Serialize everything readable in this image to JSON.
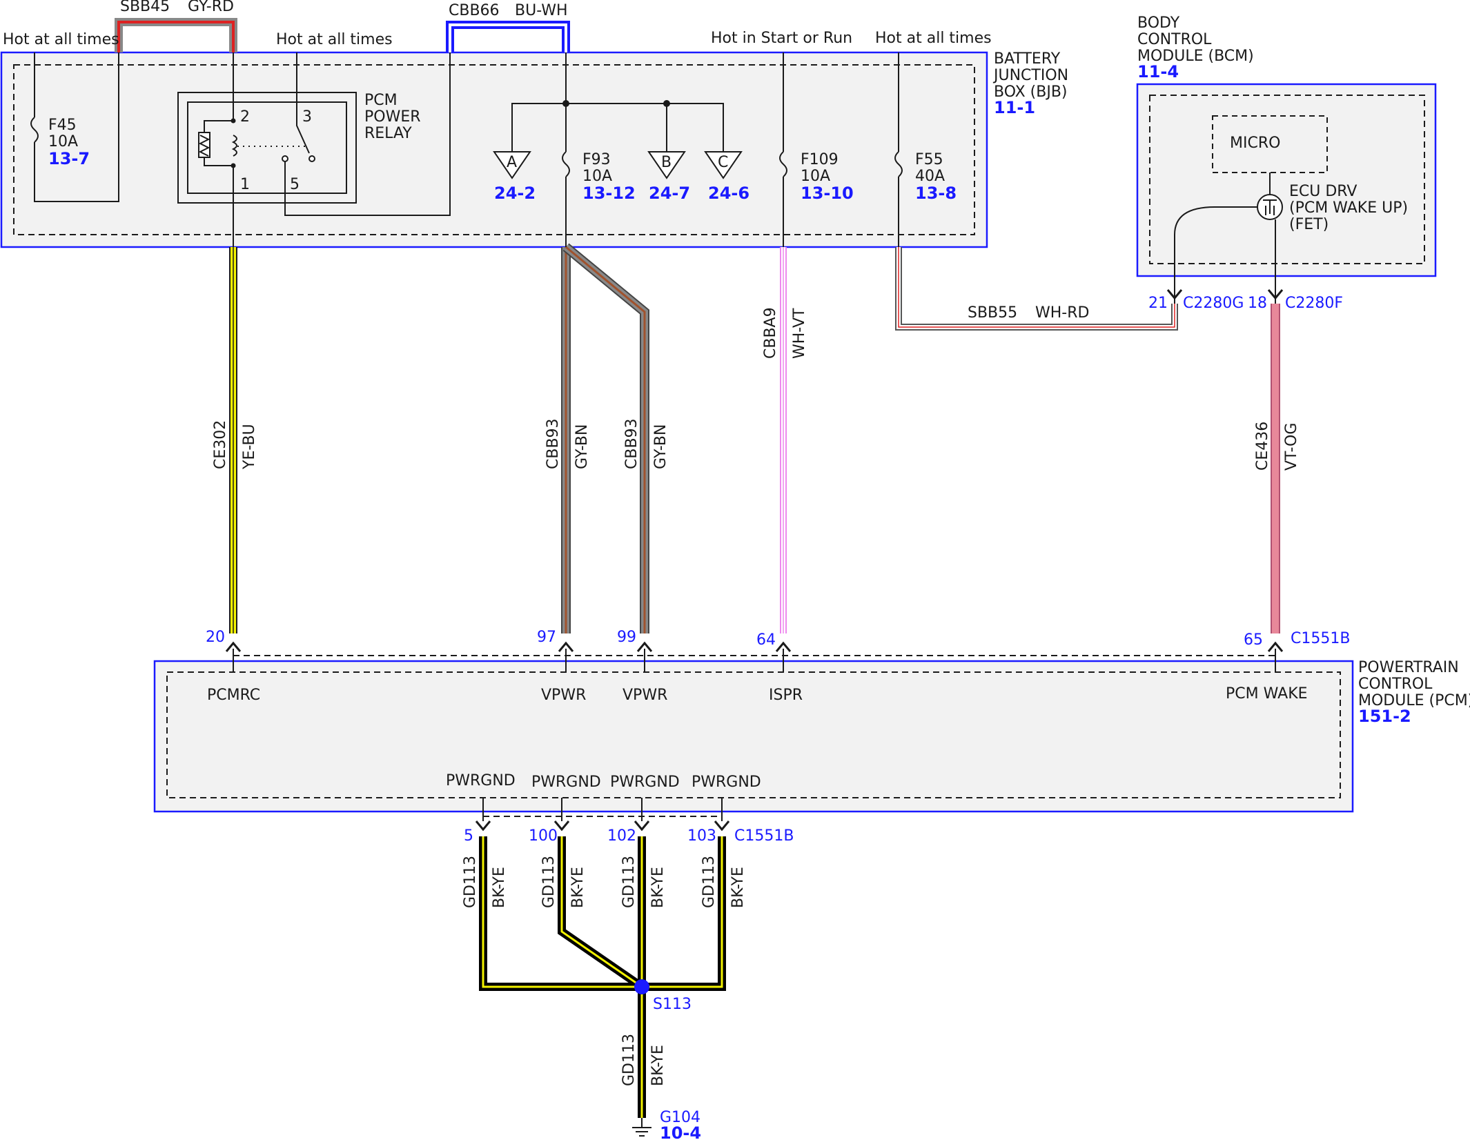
{
  "labels": {
    "bjb_hot1": "Hot at all times",
    "bjb_hot2": "Hot at all times",
    "bjb_hot_start": "Hot in Start or Run",
    "bjb_hot3": "Hot at all times",
    "sbb45": "SBB45",
    "sbb45_color": "GY-RD",
    "cbb66": "CBB66",
    "cbb66_color": "BU-WH",
    "bjb_name_1": "BATTERY",
    "bjb_name_2": "JUNCTION",
    "bjb_name_3": "BOX (BJB)",
    "bjb_ref": "11-1",
    "bcm_name_1": "BODY",
    "bcm_name_2": "CONTROL",
    "bcm_name_3": "MODULE (BCM)",
    "bcm_ref": "11-4",
    "micro": "MICRO",
    "ecu_1": "ECU DRV",
    "ecu_2": "(PCM WAKE UP)",
    "ecu_3": "(FET)",
    "f45_name": "F45",
    "f45_amp": "10A",
    "f45_ref": "13-7",
    "relay_1": "PCM",
    "relay_2": "POWER",
    "relay_3": "RELAY",
    "pin2": "2",
    "pin3": "3",
    "pin1": "1",
    "pin5": "5",
    "conn_a": "A",
    "conn_a_ref": "24-2",
    "f93_name": "F93",
    "f93_amp": "10A",
    "f93_ref": "13-12",
    "conn_b": "B",
    "conn_b_ref": "24-7",
    "conn_c": "C",
    "conn_c_ref": "24-6",
    "f109_name": "F109",
    "f109_amp": "10A",
    "f109_ref": "13-10",
    "f55_name": "F55",
    "f55_amp": "40A",
    "f55_ref": "13-8",
    "ce302": "CE302",
    "ce302_color": "YE-BU",
    "cbb93a": "CBB93",
    "cbb93a_color": "GY-BN",
    "cbb93b": "CBB93",
    "cbb93b_color": "GY-BN",
    "cbba9": "CBBA9",
    "cbba9_color": "WH-VT",
    "sbb55": "SBB55",
    "sbb55_color": "WH-RD",
    "pin21": "21",
    "c2280g": "C2280G",
    "pin18": "18",
    "c2280f": "C2280F",
    "ce436": "CE436",
    "ce436_color": "VT-OG",
    "pin20": "20",
    "pin97": "97",
    "pin99": "99",
    "pin64": "64",
    "pin65": "65",
    "c1551b_top": "C1551B",
    "pcm_name_1": "POWERTRAIN",
    "pcm_name_2": "CONTROL",
    "pcm_name_3": "MODULE (PCM)",
    "pcm_ref": "151-2",
    "pcmrc": "PCMRC",
    "vpwr1": "VPWR",
    "vpwr2": "VPWR",
    "ispr": "ISPR",
    "pcm_wake": "PCM WAKE",
    "pwrgnd1": "PWRGND",
    "pwrgnd2": "PWRGND",
    "pwrgnd3": "PWRGND",
    "pwrgnd4": "PWRGND",
    "pin5b": "5",
    "pin100": "100",
    "pin102": "102",
    "pin103": "103",
    "c1551b_bot": "C1551B",
    "gd113_1": "GD113",
    "gd113_1_color": "BK-YE",
    "gd113_2": "GD113",
    "gd113_2_color": "BK-YE",
    "gd113_3": "GD113",
    "gd113_3_color": "BK-YE",
    "gd113_4": "GD113",
    "gd113_4_color": "BK-YE",
    "gd113_5": "GD113",
    "gd113_5_color": "BK-YE",
    "s113": "S113",
    "g104": "G104",
    "g104_ref": "10-4"
  },
  "colors": {
    "module_outline": "#1a1aff",
    "module_fill": "#f2f2f2",
    "wire_yellow": "#f2f200",
    "wire_gray": "#888888",
    "wire_brown": "#a0522d",
    "wire_red": "#dd2222",
    "wire_white": "#ffffff",
    "wire_violet": "#ee88ee",
    "wire_pink": "#e8889a",
    "wire_blue": "#1a1aff",
    "wire_black": "#000000",
    "text_blue": "#1a1aff"
  }
}
